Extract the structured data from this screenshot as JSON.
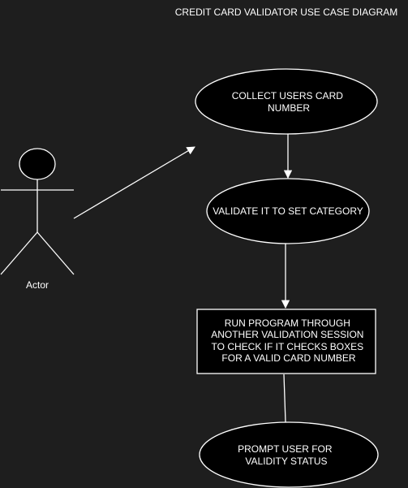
{
  "diagram": {
    "title": "CREDIT CARD VALIDATOR USE CASE DIAGRAM",
    "actor": {
      "label": "Actor"
    },
    "use_cases": [
      {
        "id": "collect",
        "lines": [
          "COLLECT USERS CARD",
          "NUMBER"
        ]
      },
      {
        "id": "validate",
        "lines": [
          "VALIDATE IT TO SET CATEGORY"
        ]
      },
      {
        "id": "run-program",
        "lines": [
          "RUN PROGRAM THROUGH",
          "ANOTHER VALIDATION SESSION",
          "TO CHECK IF IT CHECKS BOXES",
          "FOR A VALID CARD NUMBER"
        ]
      },
      {
        "id": "prompt",
        "lines": [
          "PROMPT USER FOR",
          "VALIDITY STATUS"
        ]
      }
    ],
    "colors": {
      "background": "#1e1e1e",
      "stroke": "#ffffff",
      "shape_fill": "#000000",
      "text": "#ffffff"
    }
  }
}
